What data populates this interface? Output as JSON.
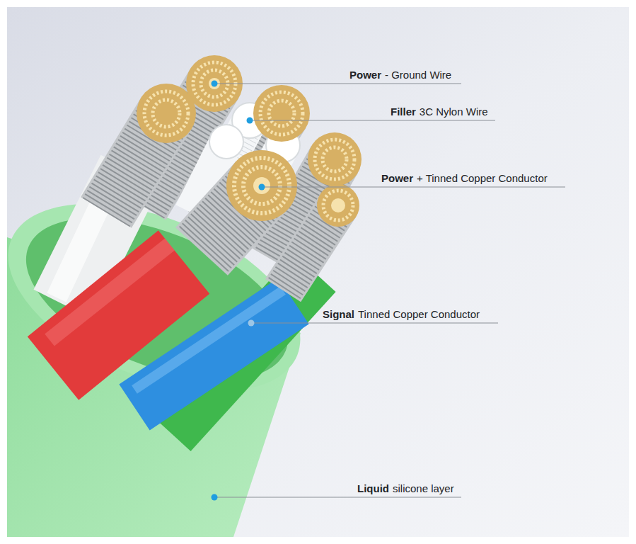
{
  "diagram": {
    "labels": [
      "Power",
      "- Ground Wire",
      "Filler",
      "3C Nylon Wire",
      "Power",
      "+ Tinned Copper Conductor",
      "Signal",
      "Tinned Copper Conductor",
      "Liquid",
      "silicone layer"
    ]
  }
}
